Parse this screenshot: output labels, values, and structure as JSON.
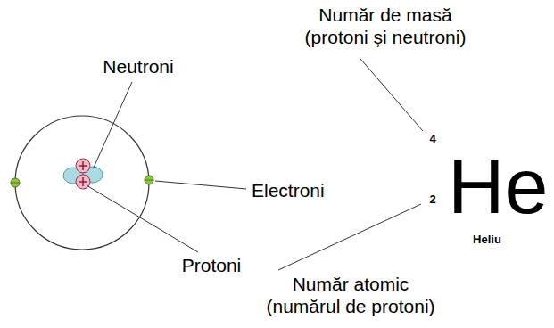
{
  "diagram": {
    "labels": [
      "Număr de masă (protoni și neutroni)",
      "Neutroni",
      "4",
      "He",
      "Electroni",
      "2",
      "Heliu",
      "Protoni",
      "Număr atomic (numărul de protoni)"
    ]
  }
}
